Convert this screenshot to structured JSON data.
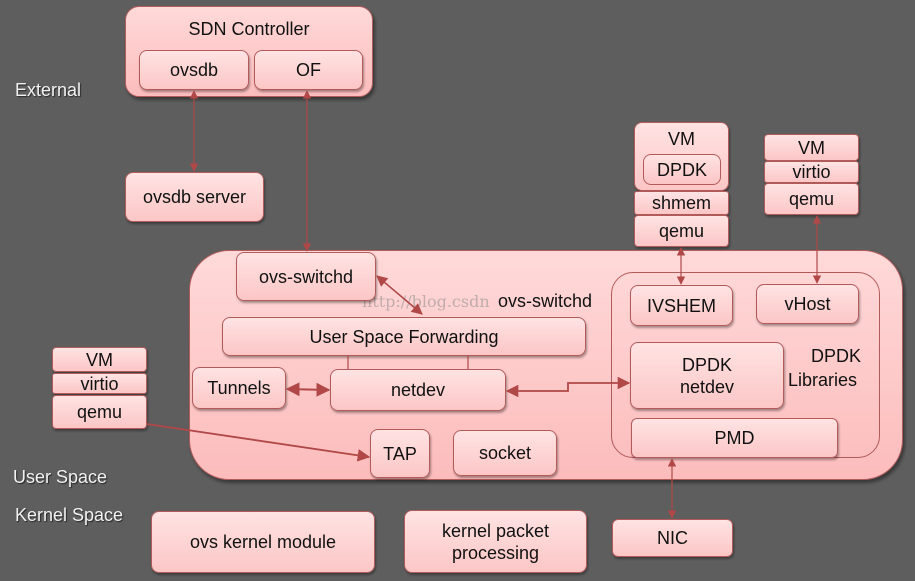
{
  "layers": {
    "external": "External",
    "user_space": "User Space",
    "kernel_space": "Kernel Space"
  },
  "sdn_controller": {
    "title": "SDN Controller",
    "ovsdb": "ovsdb",
    "of": "OF"
  },
  "ovsdb_server": "ovsdb server",
  "vm_dpdk": {
    "vm": "VM",
    "dpdk": "DPDK",
    "shmem": "shmem",
    "qemu": "qemu"
  },
  "vm_vhost": {
    "vm": "VM",
    "virtio": "virtio",
    "qemu": "qemu"
  },
  "vm_tap": {
    "vm": "VM",
    "virtio": "virtio",
    "qemu": "qemu"
  },
  "ovs_switchd_region": {
    "label": "ovs-switchd",
    "ovs_switchd": "ovs-switchd",
    "user_space_forwarding": "User Space Forwarding",
    "tunnels": "Tunnels",
    "netdev": "netdev",
    "tap": "TAP",
    "socket": "socket"
  },
  "dpdk_libraries": {
    "label_line1": "DPDK",
    "label_line2": "Libraries",
    "ivshem": "IVSHEM",
    "vhost": "vHost",
    "dpdk_netdev_line1": "DPDK",
    "dpdk_netdev_line2": "netdev",
    "pmd": "PMD"
  },
  "kernel": {
    "ovs_kernel_module": "ovs kernel module",
    "kernel_packet_processing_line1": "kernel packet",
    "kernel_packet_processing_line2": "processing",
    "nic": "NIC"
  },
  "watermark": "http://blog.csdn",
  "colors": {
    "background": "#5e5e5e",
    "box_fill": "#fcc6c6",
    "box_border": "#b25b5b",
    "arrow": "#b04848"
  }
}
